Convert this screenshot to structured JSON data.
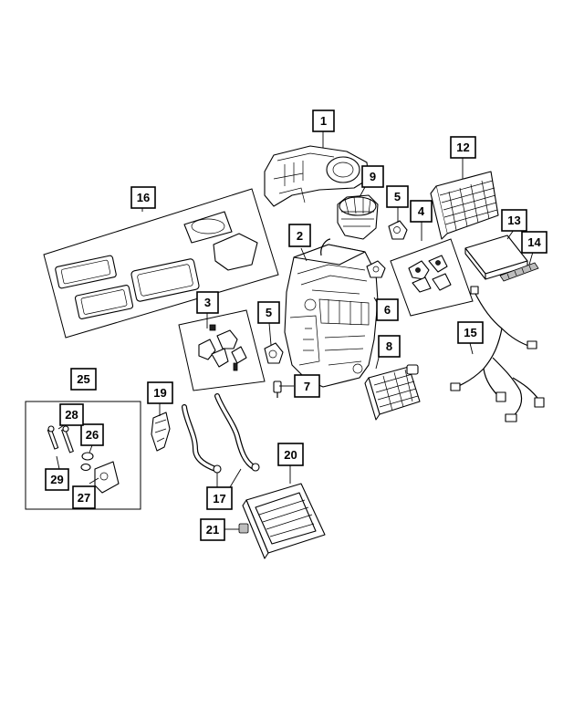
{
  "callouts": {
    "c1": "1",
    "c2": "2",
    "c3": "3",
    "c4": "4",
    "c5a": "5",
    "c5b": "5",
    "c6": "6",
    "c7": "7",
    "c8": "8",
    "c9": "9",
    "c12": "12",
    "c13": "13",
    "c14": "14",
    "c15": "15",
    "c16": "16",
    "c17": "17",
    "c19": "19",
    "c20": "20",
    "c21": "21",
    "c25": "25",
    "c26": "26",
    "c27": "27",
    "c28": "28",
    "c29": "29"
  },
  "colors": {
    "line": "#000000",
    "background": "#ffffff",
    "shade": "#bdbdbd"
  }
}
